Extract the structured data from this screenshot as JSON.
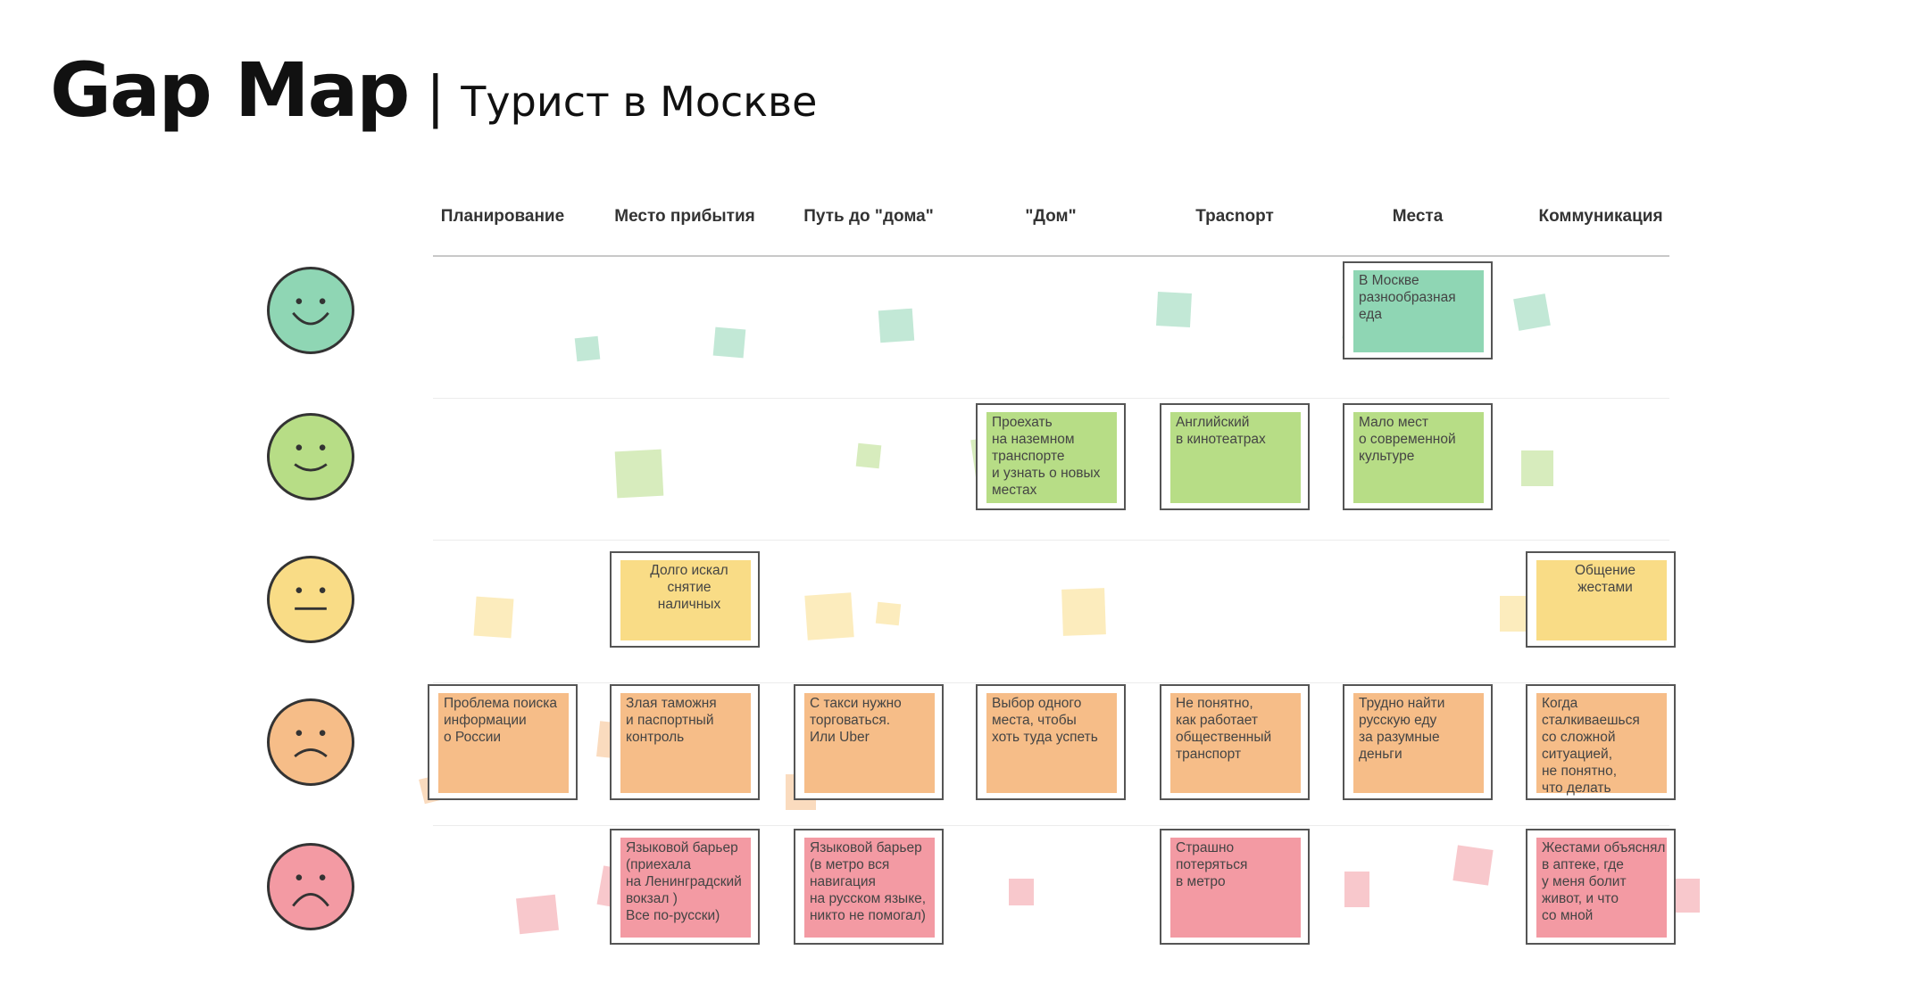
{
  "title": {
    "main": "Gap Map",
    "separator": "|",
    "subtitle": "Турист в Москве"
  },
  "columns": [
    "Планирование",
    "Место прибытия",
    "Путь до \"дома\"",
    "\"Дом\"",
    "Трасnорт",
    "Места",
    "Коммуникация"
  ],
  "rows": [
    {
      "emotion": "very-happy",
      "color": "#8fd6b4"
    },
    {
      "emotion": "happy",
      "color": "#b7dd86"
    },
    {
      "emotion": "neutral",
      "color": "#f9dc86"
    },
    {
      "emotion": "sad",
      "color": "#f6bd88"
    },
    {
      "emotion": "very-sad",
      "color": "#f39aa3"
    }
  ],
  "cards": [
    {
      "row": 0,
      "col": 5,
      "text": "В Москве\nразнообразная\nеда"
    },
    {
      "row": 1,
      "col": 3,
      "text": "Проехать\nна наземном\nтранспорте\nи узнать о новых\nместах"
    },
    {
      "row": 1,
      "col": 4,
      "text": "Английский\nв кинотеатрах"
    },
    {
      "row": 1,
      "col": 5,
      "text": "Мало мест\nо современной\nкультуре"
    },
    {
      "row": 2,
      "col": 1,
      "text": "Долго искал\nснятие\nналичных"
    },
    {
      "row": 2,
      "col": 6,
      "text": "Общение\nжестами"
    },
    {
      "row": 3,
      "col": 0,
      "text": "Проблема поиска\nинформации\nо России"
    },
    {
      "row": 3,
      "col": 1,
      "text": "Злая таможня\nи паспортный\nконтроль"
    },
    {
      "row": 3,
      "col": 2,
      "text": "С такси нужно\nторговаться.\nИли Uber"
    },
    {
      "row": 3,
      "col": 3,
      "text": "Выбор одного\nместа, чтобы\nхоть туда успеть"
    },
    {
      "row": 3,
      "col": 4,
      "text": "Не понятно,\nкак работает\nобщественный\nтранспорт"
    },
    {
      "row": 3,
      "col": 5,
      "text": "Трудно найти\nрусскую еду\nза разумные\nденьги"
    },
    {
      "row": 3,
      "col": 6,
      "text": "Когда\nсталкиваешься\nсо сложной\nситуацией,\nне понятно,\nчто делать"
    },
    {
      "row": 4,
      "col": 1,
      "text": "Языковой барьер\n(приехала\nна Ленинградский\nвокзал )\nВсе по-русски)"
    },
    {
      "row": 4,
      "col": 2,
      "text": "Языковой барьер\n(в метро вся\nнавигация\nна русском языке,\nникто не помогал)"
    },
    {
      "row": 4,
      "col": 4,
      "text": "Страшно\nпотеряться\nв метро"
    },
    {
      "row": 4,
      "col": 6,
      "text": "Жестами объяснял\nв аптеке, где\nу меня болит\nживот, и что\nсо мной"
    }
  ]
}
